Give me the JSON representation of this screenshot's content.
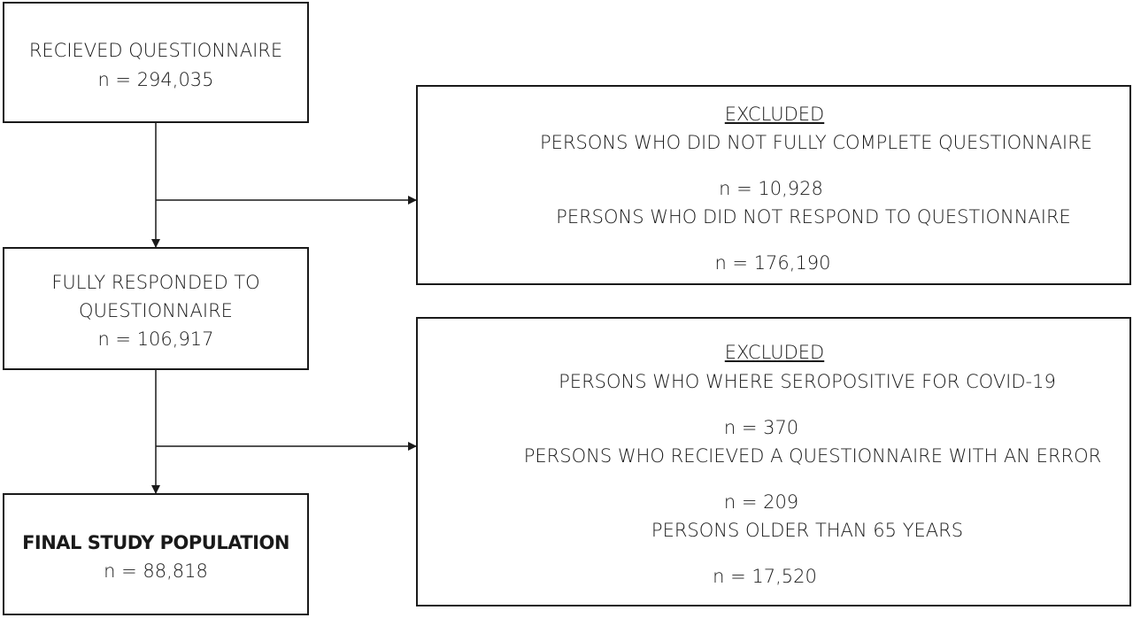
{
  "boxes": {
    "received": {
      "label": "RECIEVED QUESTIONNAIRE",
      "count": "n = 294,035"
    },
    "fully_responded": {
      "label_line1": "FULLY RESPONDED TO",
      "label_line2": "QUESTIONNAIRE",
      "count": "n = 106,917"
    },
    "final": {
      "label": "FINAL STUDY POPULATION",
      "count": "n = 88,818"
    },
    "excluded_1": {
      "heading": "EXCLUDED",
      "items": [
        {
          "label": "PERSONS WHO DID NOT FULLY COMPLETE QUESTIONNAIRE",
          "count": "n = 10,928"
        },
        {
          "label": "PERSONS WHO DID NOT RESPOND TO QUESTIONNAIRE",
          "count": "n = 176,190"
        }
      ]
    },
    "excluded_2": {
      "heading": "EXCLUDED",
      "items": [
        {
          "label": "PERSONS WHO WHERE SEROPOSITIVE FOR COVID-19",
          "count": "n = 370"
        },
        {
          "label": "PERSONS WHO RECIEVED A QUESTIONNAIRE WITH AN ERROR",
          "count": "n = 209"
        },
        {
          "label": "PERSONS OLDER THAN 65 YEARS",
          "count": "n = 17,520"
        }
      ]
    }
  }
}
